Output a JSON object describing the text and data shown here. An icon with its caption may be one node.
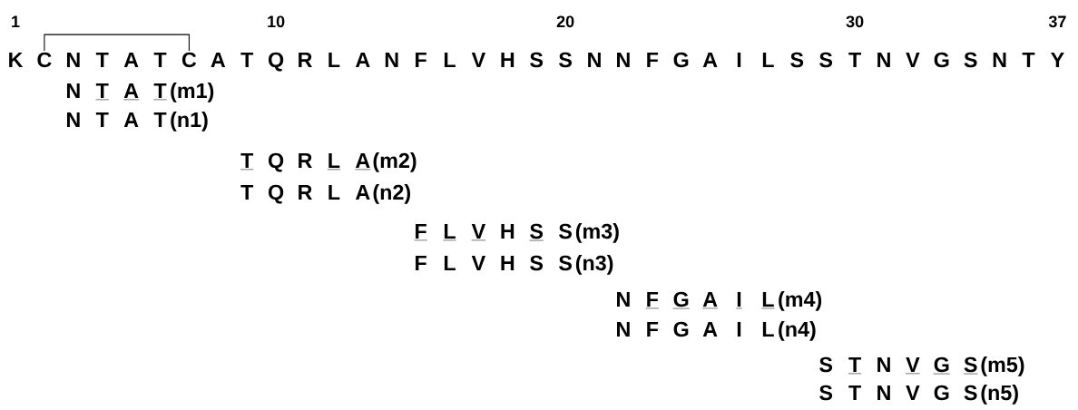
{
  "diagram": {
    "nodes": [
      {
        "text": [
          "C"
        ]
      },
      {
        "text": [
          "C"
        ]
      }
    ],
    "edges": [
      {
        "from": 0,
        "to": 1,
        "arrow": "none"
      }
    ],
    "labels": [
      "1",
      "10",
      "20",
      "30",
      "37",
      "K",
      "N",
      "T",
      "A",
      "T",
      "A",
      "T",
      "Q",
      "R",
      "L",
      "A",
      "N",
      "F",
      "L",
      "V",
      "H",
      "S",
      "S",
      "N",
      "N",
      "F",
      "G",
      "A",
      "I",
      "L",
      "S",
      "S",
      "T",
      "N",
      "V",
      "G",
      "S",
      "N",
      "T",
      "Y",
      "N",
      "T",
      "A",
      "T",
      "(m1)",
      "N",
      "T",
      "A",
      "T",
      "(n1)",
      "T",
      "Q",
      "R",
      "L",
      "A",
      "(m2)",
      "T",
      "Q",
      "R",
      "L",
      "A",
      "(n2)",
      "F",
      "L",
      "V",
      "H",
      "S",
      "S",
      "(m3)",
      "F",
      "L",
      "V",
      "H",
      "S",
      "S",
      "(n3)",
      "N",
      "F",
      "G",
      "A",
      "I",
      "L",
      "(m4)",
      "N",
      "F",
      "G",
      "A",
      "I",
      "L",
      "(n4)",
      "S",
      "T",
      "N",
      "V",
      "G",
      "S",
      "(m5)",
      "S",
      "T",
      "N",
      "V",
      "G",
      "S",
      "(n5)"
    ]
  }
}
